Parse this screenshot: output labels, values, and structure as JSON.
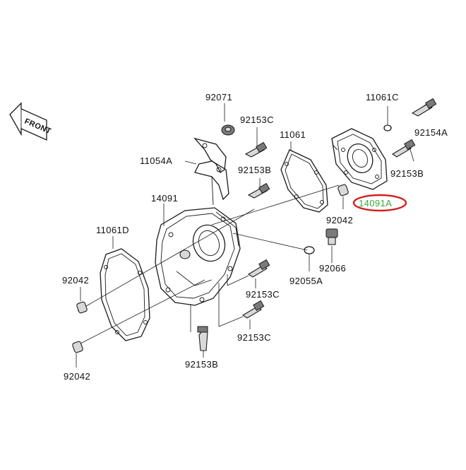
{
  "front_label": "FRONT",
  "parts": {
    "p92071": "92071",
    "p11061c": "11061C",
    "p92153c_top": "92153C",
    "p11061": "11061",
    "p92154a": "92154A",
    "p11054a": "11054A",
    "p92153b_mid": "92153B",
    "p92153b_right": "92153B",
    "p14091": "14091",
    "p14091a": "14091A",
    "p92042_mid": "92042",
    "p11061d": "11061D",
    "p92066": "92066",
    "p92042_left": "92042",
    "p92055a": "92055A",
    "p92153c_mid": "92153C",
    "p92153c_low": "92153C",
    "p92153b_bottom": "92153B",
    "p92042_bottom": "92042"
  },
  "highlight": {
    "part": "14091A",
    "ring_color": "#d22020",
    "text_color": "#3aa83a"
  }
}
